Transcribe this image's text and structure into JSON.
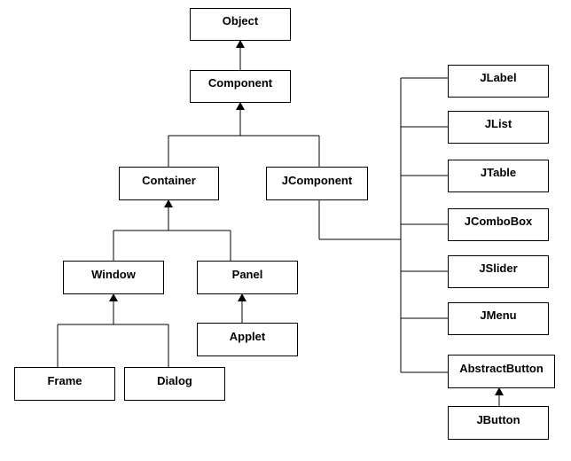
{
  "diagram": {
    "nodes": {
      "object": "Object",
      "component": "Component",
      "container": "Container",
      "jcomponent": "JComponent",
      "window": "Window",
      "panel": "Panel",
      "applet": "Applet",
      "frame": "Frame",
      "dialog": "Dialog",
      "jlabel": "JLabel",
      "jlist": "JList",
      "jtable": "JTable",
      "jcombobox": "JComboBox",
      "jslider": "JSlider",
      "jmenu": "JMenu",
      "abstractbutton": "AbstractButton",
      "jbutton": "JButton"
    },
    "relations": [
      {
        "from": "component",
        "to": "object"
      },
      {
        "from": "container",
        "to": "component"
      },
      {
        "from": "jcomponent",
        "to": "component"
      },
      {
        "from": "window",
        "to": "container"
      },
      {
        "from": "panel",
        "to": "container"
      },
      {
        "from": "applet",
        "to": "panel"
      },
      {
        "from": "frame",
        "to": "window"
      },
      {
        "from": "dialog",
        "to": "window"
      },
      {
        "from": "jlabel",
        "to": "jcomponent"
      },
      {
        "from": "jlist",
        "to": "jcomponent"
      },
      {
        "from": "jtable",
        "to": "jcomponent"
      },
      {
        "from": "jcombobox",
        "to": "jcomponent"
      },
      {
        "from": "jslider",
        "to": "jcomponent"
      },
      {
        "from": "jmenu",
        "to": "jcomponent"
      },
      {
        "from": "abstractbutton",
        "to": "jcomponent"
      },
      {
        "from": "jbutton",
        "to": "abstractbutton"
      }
    ],
    "line_color": "#000000"
  }
}
